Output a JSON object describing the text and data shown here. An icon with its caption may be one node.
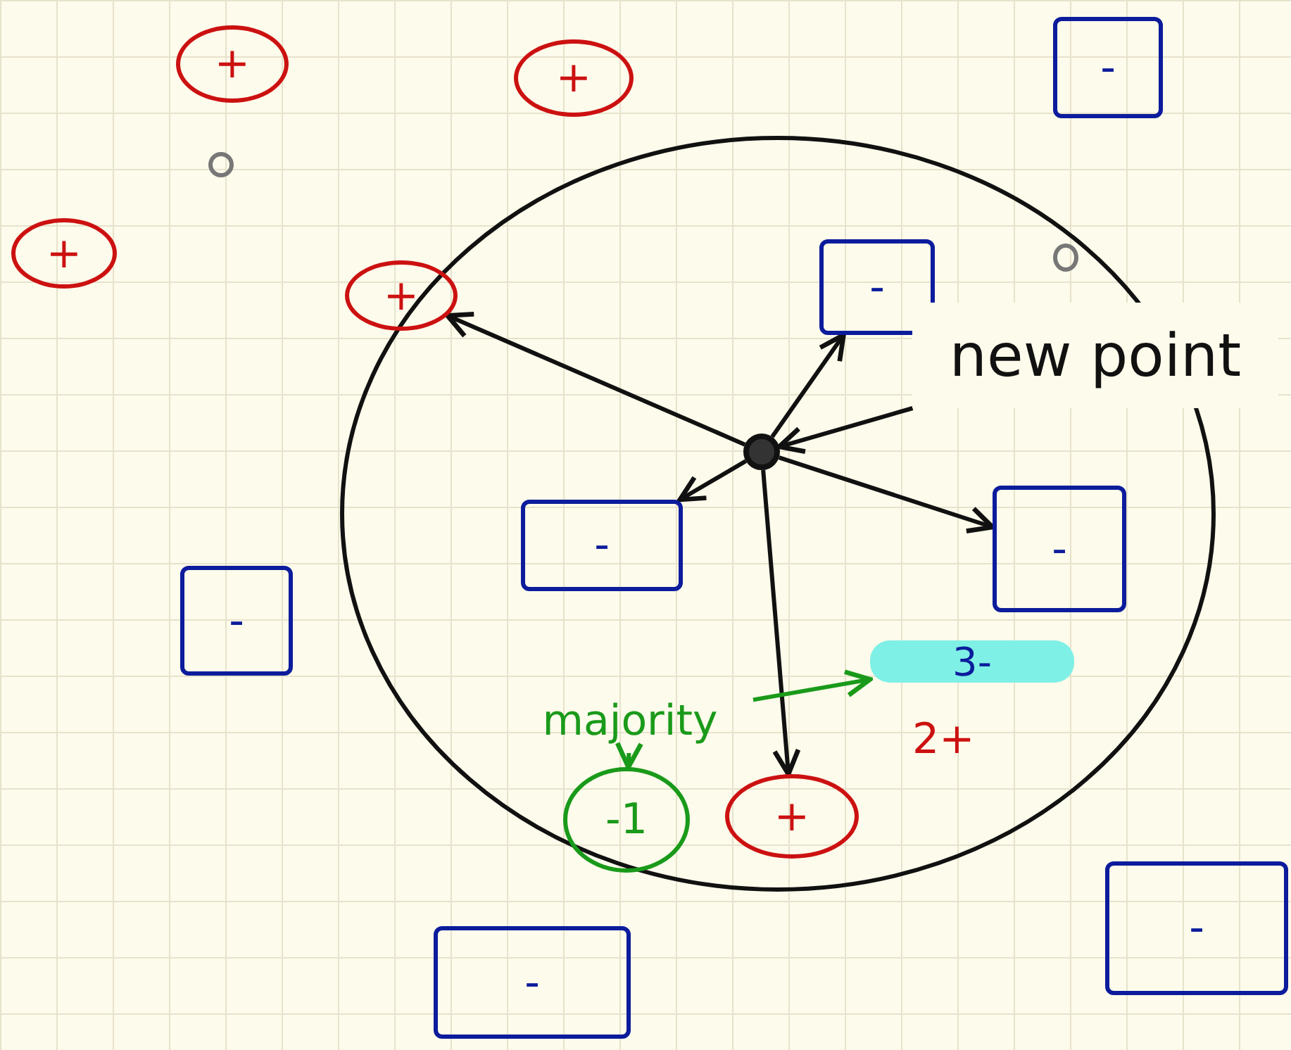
{
  "diagram": {
    "nodes": [
      {
        "text": [
          "+"
        ]
      },
      {
        "text": [
          "+"
        ]
      },
      {
        "text": [
          "-"
        ]
      },
      {
        "text": [],
        "shape": "circle"
      },
      {
        "text": [],
        "shape": "circle"
      },
      {
        "text": [
          "+"
        ]
      },
      {
        "text": [],
        "shape": "circle",
        "in": 4
      },
      {
        "text": [
          "+"
        ],
        "in": 4
      },
      {
        "text": [
          "-"
        ],
        "in": 4
      },
      {
        "text": [
          "new point"
        ]
      },
      {
        "text": [],
        "shape": "circle",
        "in": 4
      },
      {
        "text": [
          "-"
        ],
        "in": 4
      },
      {
        "text": [
          "-"
        ],
        "in": 4
      },
      {
        "text": [
          "-"
        ]
      },
      {
        "text": [
          "3-"
        ],
        "in": 4
      },
      {
        "text": [
          "majority"
        ],
        "in": 4
      },
      {
        "text": [
          "-1"
        ],
        "in": 4
      },
      {
        "text": [
          "+"
        ],
        "in": 4
      },
      {
        "text": [
          "-"
        ]
      },
      {
        "text": [
          "-"
        ]
      }
    ],
    "edges": [
      {
        "from": 10,
        "to": 7,
        "arrow": "to"
      },
      {
        "from": 10,
        "to": 8,
        "arrow": "to"
      },
      {
        "from": 10,
        "to": 11,
        "arrow": "to"
      },
      {
        "from": 10,
        "to": 12,
        "arrow": "to"
      },
      {
        "from": 10,
        "to": 17,
        "arrow": "to"
      },
      {
        "from": 9,
        "to": 10,
        "arrow": "to"
      },
      {
        "from": 15,
        "to": 14,
        "arrow": "to",
        "color": "#1a9a1a"
      },
      {
        "from": 15,
        "to": 16,
        "arrow": "to",
        "color": "#1a9a1a"
      }
    ],
    "labels": [
      "2+"
    ]
  }
}
